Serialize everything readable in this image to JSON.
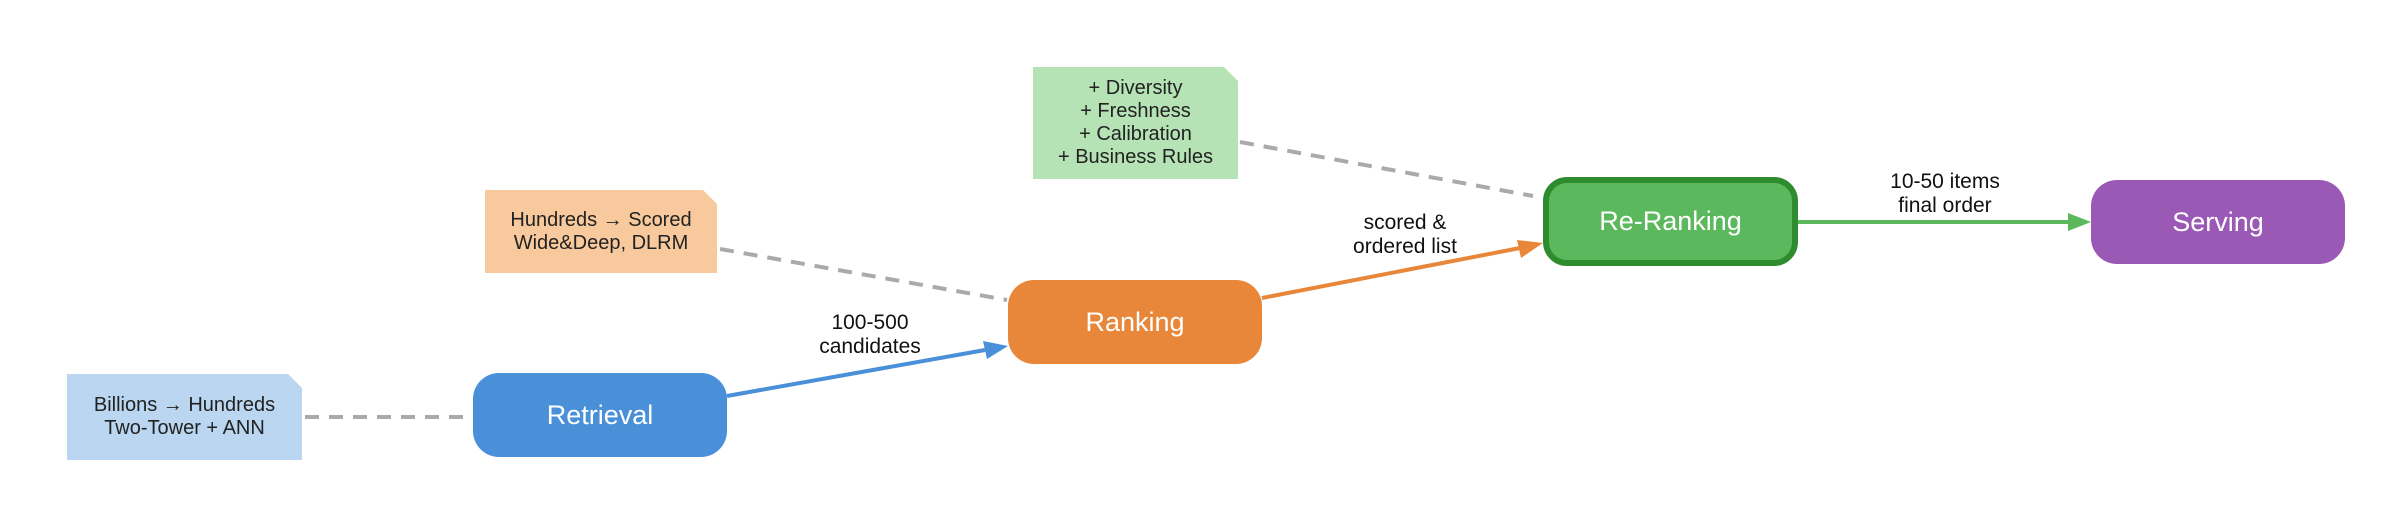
{
  "colors": {
    "retrieval": "#4a90d9",
    "ranking": "#e8873a",
    "reranking": "#5cb85c",
    "reranking_border": "#2e8b2e",
    "serving": "#9b59b6",
    "retrieval_note": "#bad6f0",
    "ranking_note": "#f7c99c",
    "reranking_note": "#b5e3b5",
    "dashed_connector": "#aaaaaa"
  },
  "nodes": {
    "retrieval": "Retrieval",
    "ranking": "Ranking",
    "reranking": "Re-Ranking",
    "serving": "Serving"
  },
  "notes": {
    "retrieval": [
      "Billions → Hundreds",
      "Two-Tower + ANN"
    ],
    "ranking": [
      "Hundreds → Scored",
      "Wide&Deep, DLRM"
    ],
    "reranking": [
      "+ Diversity",
      "+ Freshness",
      "+ Calibration",
      "+ Business Rules"
    ]
  },
  "edges": {
    "retrieval_to_ranking": [
      "100-500",
      "candidates"
    ],
    "ranking_to_reranking": [
      "scored &",
      "ordered list"
    ],
    "reranking_to_serving": [
      "10-50 items",
      "final order"
    ]
  }
}
